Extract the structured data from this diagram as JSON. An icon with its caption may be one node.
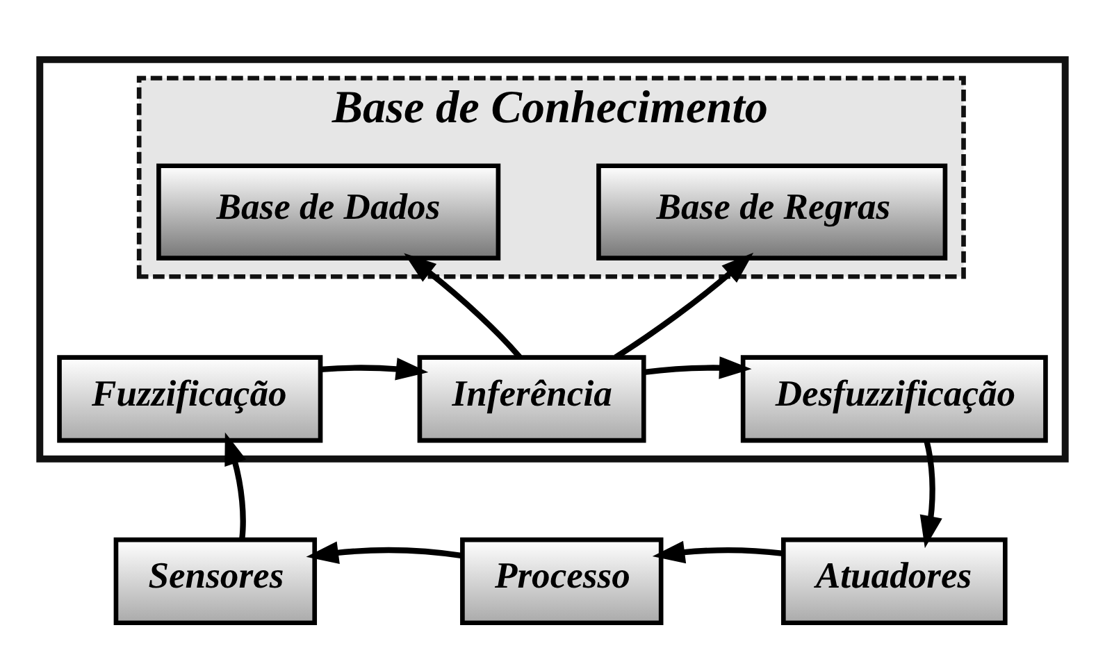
{
  "diagram": {
    "nodes": [
      {
        "text": [],
        "shape": "box"
      },
      {
        "text": [
          "Base de Conhecimento"
        ],
        "in": 0
      },
      {
        "text": [
          "Base de Dados"
        ],
        "in": 1
      },
      {
        "text": [
          "Base de Regras"
        ],
        "in": 1
      },
      {
        "text": [
          "Fuzzificação"
        ],
        "in": 0
      },
      {
        "text": [
          "Inferência"
        ],
        "in": 0
      },
      {
        "text": [
          "Desfuzzificação"
        ],
        "in": 0
      },
      {
        "text": [
          "Sensores"
        ]
      },
      {
        "text": [
          "Processo"
        ]
      },
      {
        "text": [
          "Atuadores"
        ]
      }
    ],
    "edges": [
      {
        "from": 4,
        "to": 5,
        "arrow": "to"
      },
      {
        "from": 5,
        "to": 2,
        "arrow": "to"
      },
      {
        "from": 5,
        "to": 3,
        "arrow": "to"
      },
      {
        "from": 5,
        "to": 6,
        "arrow": "to"
      },
      {
        "from": 6,
        "to": 9,
        "arrow": "to"
      },
      {
        "from": 9,
        "to": 8,
        "arrow": "to"
      },
      {
        "from": 8,
        "to": 7,
        "arrow": "to"
      },
      {
        "from": 7,
        "to": 4,
        "arrow": "to"
      }
    ]
  }
}
